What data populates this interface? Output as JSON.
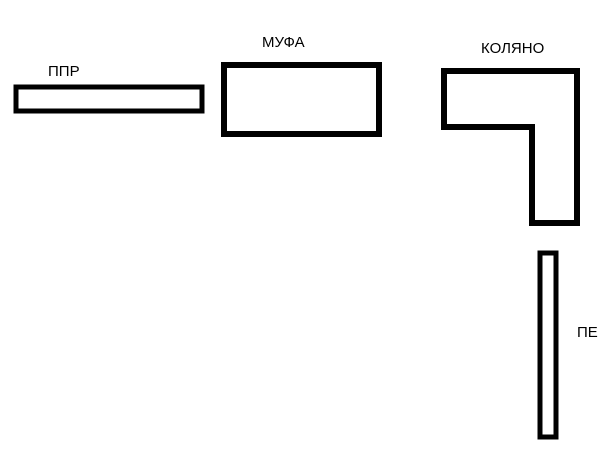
{
  "diagram": {
    "labels": {
      "ppr": "ППР",
      "mufa": "МУФА",
      "kolyano": "КОЛЯНО",
      "pe": "ПЕ"
    },
    "colors": {
      "stroke": "#000000",
      "fill": "#ffffff",
      "background": "#ffffff"
    },
    "shapes": [
      "ppr-pipe",
      "coupling",
      "elbow",
      "pe-pipe"
    ]
  }
}
